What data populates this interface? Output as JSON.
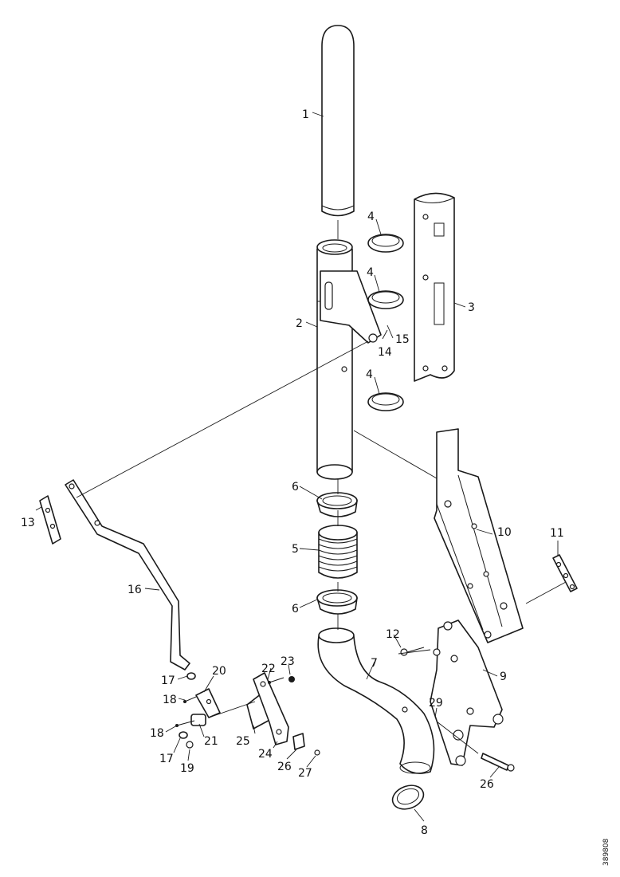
{
  "diagram": {
    "callouts": {
      "c1": "1",
      "c2": "2",
      "c3": "3",
      "c4a": "4",
      "c4b": "4",
      "c4c": "4",
      "c5": "5",
      "c6a": "6",
      "c6b": "6",
      "c7": "7",
      "c8": "8",
      "c9": "9",
      "c10": "10",
      "c11": "11",
      "c12": "12",
      "c13": "13",
      "c14": "14",
      "c15": "15",
      "c16": "16",
      "c17a": "17",
      "c17b": "17",
      "c18a": "18",
      "c18b": "18",
      "c19": "19",
      "c20": "20",
      "c21": "21",
      "c22": "22",
      "c23": "23",
      "c24": "24",
      "c25": "25",
      "c26a": "26",
      "c26b": "26",
      "c27": "27",
      "c29": "29"
    },
    "drawing_id": "389808"
  }
}
